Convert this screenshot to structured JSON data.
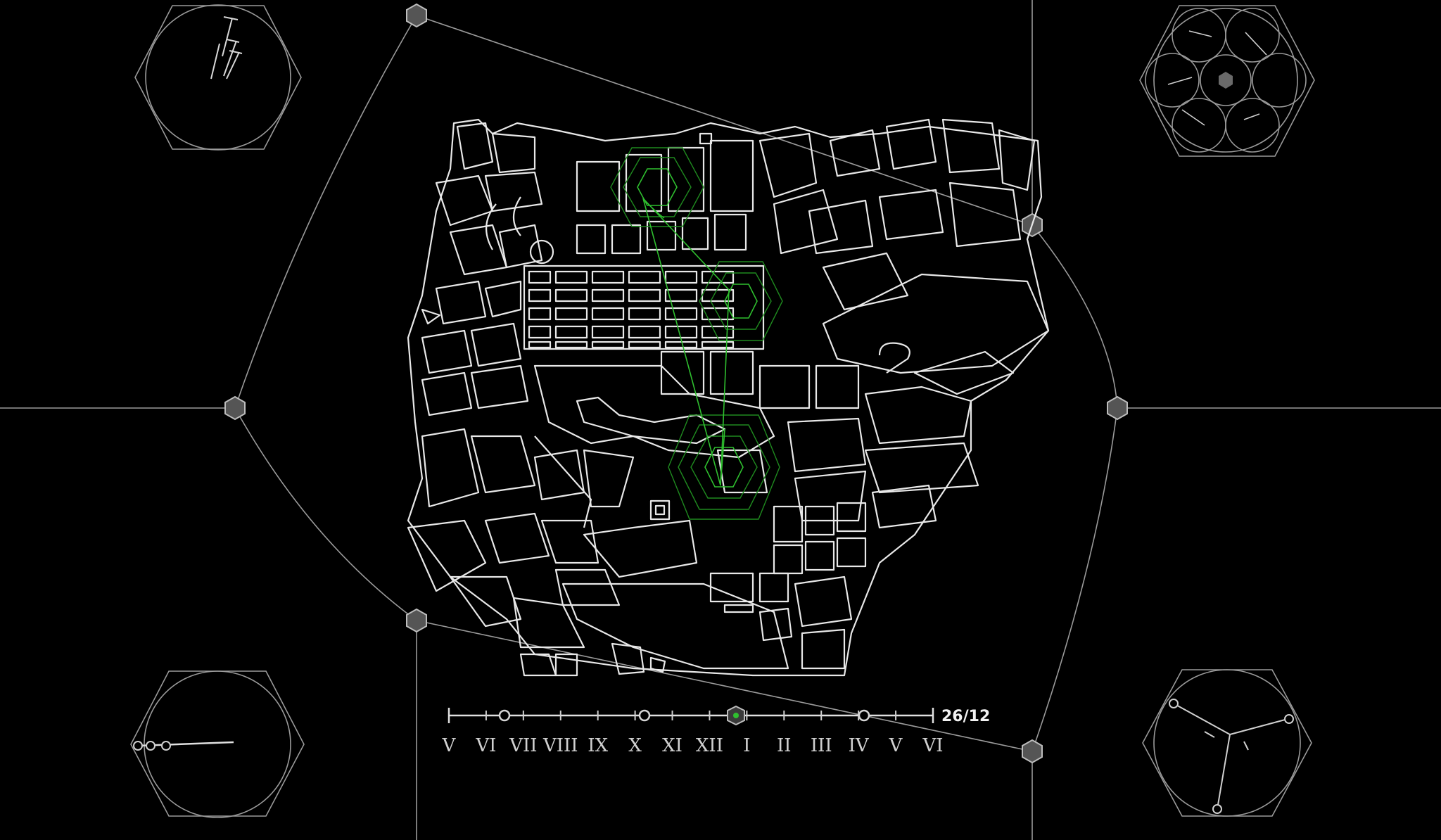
{
  "timeline": {
    "date_label": "26/12",
    "months": [
      "V",
      "VI",
      "VII",
      "VIII",
      "IX",
      "X",
      "XI",
      "XII",
      "I",
      "II",
      "III",
      "IV",
      "V",
      "VI"
    ]
  },
  "colors": {
    "background": "#000000",
    "map_lines": "#e8e8e8",
    "frame_lines": "#9a9a9a",
    "route_accent": "#2fbf2f"
  },
  "icons": {
    "corner_top_left": "hex-glyph-icon",
    "corner_top_right": "hex-cluster-icon",
    "corner_bottom_left": "hex-gauge-icon",
    "corner_bottom_right": "hex-triad-icon",
    "nodes": "hexagon-node-icon"
  }
}
